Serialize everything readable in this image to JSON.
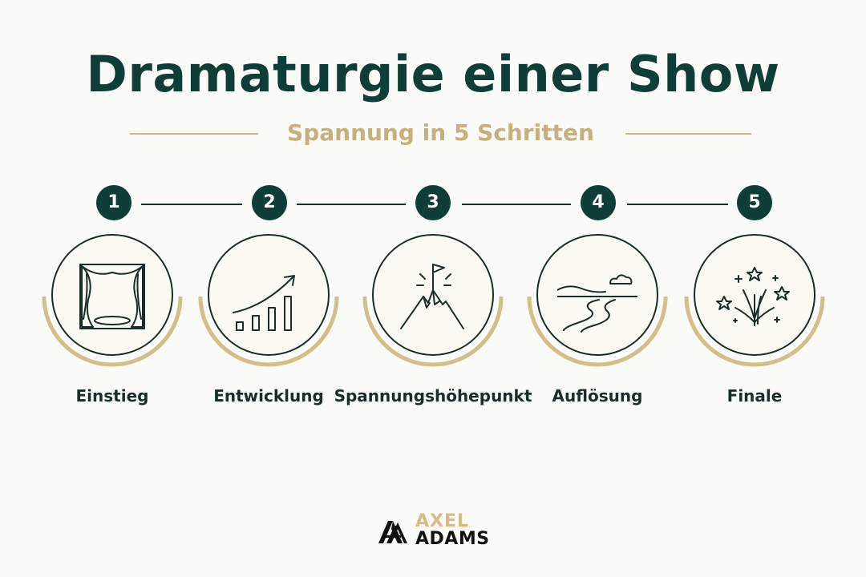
{
  "title": "Dramaturgie einer Show",
  "subtitle": "Spannung in 5 Schritten",
  "colors": {
    "primary": "#0f3d37",
    "accent_gold": "#c8b07e",
    "background": "#fbfbf9",
    "circle_fill": "#fcfbf3"
  },
  "steps": [
    {
      "number": "1",
      "label": "Einstieg",
      "icon": "theater-curtain-icon"
    },
    {
      "number": "2",
      "label": "Entwicklung",
      "icon": "rising-chart-icon"
    },
    {
      "number": "3",
      "label": "Spannungshöhepunkt",
      "icon": "mountain-flag-icon"
    },
    {
      "number": "4",
      "label": "Auflösung",
      "icon": "river-landscape-icon"
    },
    {
      "number": "5",
      "label": "Finale",
      "icon": "fireworks-icon"
    }
  ],
  "logo": {
    "line1": "AXEL",
    "line2": "ADAMS"
  }
}
